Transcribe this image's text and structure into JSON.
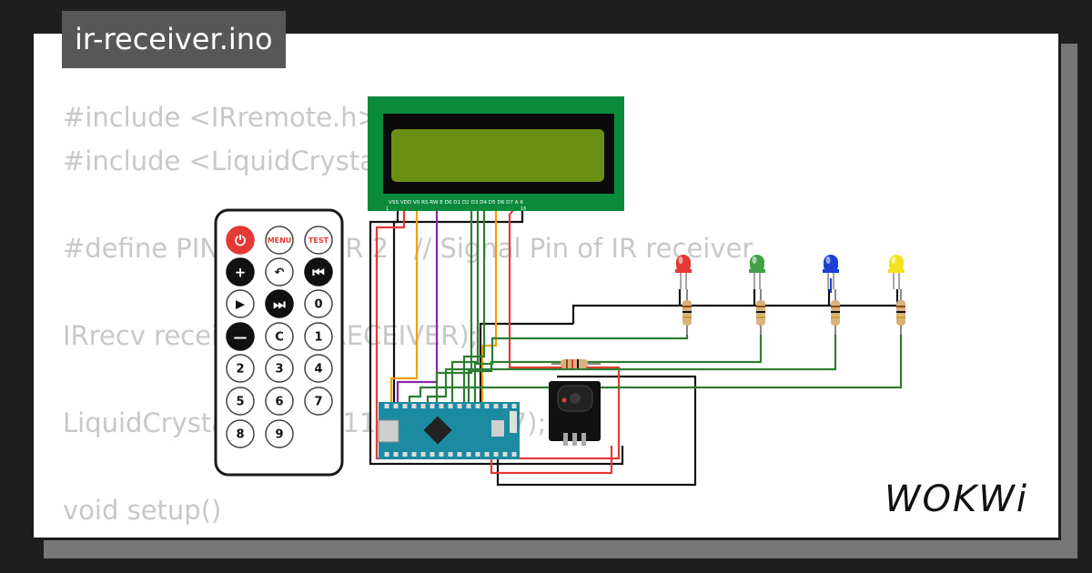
{
  "project": {
    "filename": "ir-receiver.ino"
  },
  "code_lines": [
    "#include <IRremote.h>",
    "#include <LiquidCrystal.h>",
    "",
    "#define PIN_RECEIVER 2   // Signal Pin of IR receiver",
    "",
    "IRrecv receiver(PIN_RECEIVER);",
    "",
    "LiquidCrystal lcd(12, 11, 10, 9, 8, 7);",
    "",
    "void setup()",
    "{"
  ],
  "remote": {
    "buttons": [
      {
        "label": "⏻",
        "name": "power-button",
        "style": "red"
      },
      {
        "label": "MENU",
        "name": "menu-button",
        "style": "menu"
      },
      {
        "label": "TEST",
        "name": "test-button",
        "style": "test"
      },
      {
        "label": "+",
        "name": "plus-button",
        "style": "dark"
      },
      {
        "label": "↶",
        "name": "back-button",
        "style": "light"
      },
      {
        "label": "⏮",
        "name": "prev-button",
        "style": "dark"
      },
      {
        "label": "▶",
        "name": "play-button",
        "style": "light"
      },
      {
        "label": "⏭",
        "name": "next-button",
        "style": "dark"
      },
      {
        "label": "0",
        "name": "digit-0-button",
        "style": "light"
      },
      {
        "label": "—",
        "name": "minus-button",
        "style": "dark"
      },
      {
        "label": "C",
        "name": "clear-button",
        "style": "light"
      },
      {
        "label": "1",
        "name": "digit-1-button",
        "style": "light"
      },
      {
        "label": "2",
        "name": "digit-2-button",
        "style": "light"
      },
      {
        "label": "3",
        "name": "digit-3-button",
        "style": "light"
      },
      {
        "label": "4",
        "name": "digit-4-button",
        "style": "light"
      },
      {
        "label": "5",
        "name": "digit-5-button",
        "style": "light"
      },
      {
        "label": "6",
        "name": "digit-6-button",
        "style": "light"
      },
      {
        "label": "7",
        "name": "digit-7-button",
        "style": "light"
      },
      {
        "label": "8",
        "name": "digit-8-button",
        "style": "light"
      },
      {
        "label": "9",
        "name": "digit-9-button",
        "style": "light"
      }
    ]
  },
  "lcd": {
    "pin_labels": "VSS VDD V0 RS RW E D0 D1 D2 D3 D4 D5 D6 D7 A K",
    "pin_first": "1",
    "pin_last": "16"
  },
  "leds": [
    {
      "name": "red-led",
      "color": "#e53935"
    },
    {
      "name": "green-led",
      "color": "#43a047"
    },
    {
      "name": "blue-led",
      "color": "#1e3fd8"
    },
    {
      "name": "yellow-led",
      "color": "#f2e21d"
    }
  ],
  "colors": {
    "lcd_board": "#0c8a3c",
    "lcd_screen": "#6b8f12",
    "arduino_board": "#1c8aa0",
    "ir_module": "#111111"
  },
  "branding": {
    "logo_text": "WOKWi"
  }
}
